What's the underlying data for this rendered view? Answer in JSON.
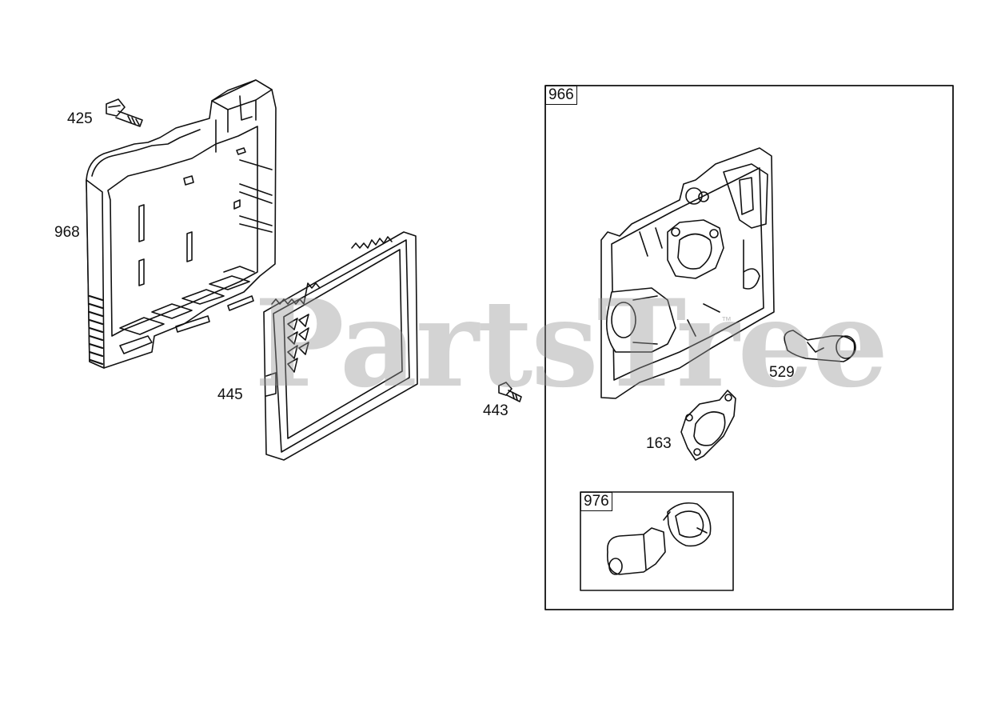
{
  "diagram": {
    "watermark": "PartsTree",
    "trademark": "™",
    "parts": [
      {
        "number": "425",
        "name": "screw"
      },
      {
        "number": "968",
        "name": "air-cleaner-base"
      },
      {
        "number": "445",
        "name": "air-filter-cartridge"
      },
      {
        "number": "443",
        "name": "screw"
      },
      {
        "number": "966",
        "name": "air-cleaner-base-kit"
      },
      {
        "number": "529",
        "name": "breather-tube"
      },
      {
        "number": "163",
        "name": "gasket"
      },
      {
        "number": "976",
        "name": "carburetor-kit"
      }
    ]
  },
  "colors": {
    "line": "#111111",
    "watermark": "#969696",
    "background": "#ffffff"
  }
}
